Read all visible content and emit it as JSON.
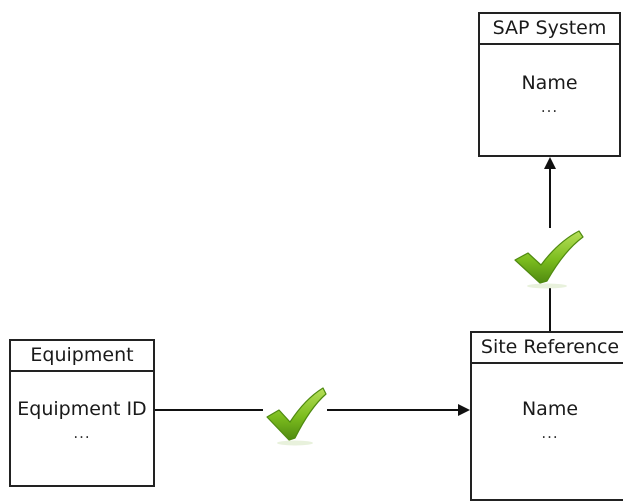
{
  "entities": {
    "sap_system": {
      "title": "SAP System",
      "attributes": [
        "Name"
      ],
      "more": "..."
    },
    "equipment": {
      "title": "Equipment",
      "attributes": [
        "Equipment ID"
      ],
      "more": "..."
    },
    "site_reference": {
      "title": "Site Reference",
      "attributes": [
        "Name"
      ],
      "more": "..."
    }
  },
  "relationships": [
    {
      "from": "equipment",
      "to": "site_reference",
      "status_icon": "green-checkmark-icon"
    },
    {
      "from": "site_reference",
      "to": "sap_system",
      "status_icon": "green-checkmark-icon"
    }
  ],
  "colors": {
    "line": "#111111",
    "check": "#7cbd1e",
    "check_dark": "#4f8a10",
    "border": "#222222"
  }
}
